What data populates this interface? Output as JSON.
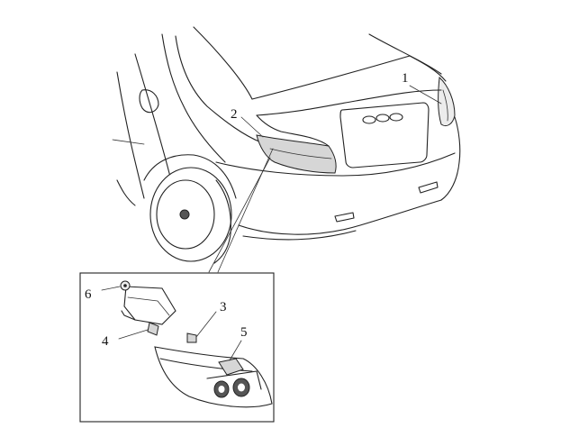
{
  "diagram": {
    "callouts": [
      {
        "id": "1",
        "text": "1"
      },
      {
        "id": "2",
        "text": "2"
      },
      {
        "id": "3",
        "text": "3"
      },
      {
        "id": "4",
        "text": "4"
      },
      {
        "id": "5",
        "text": "5"
      },
      {
        "id": "6",
        "text": "6"
      }
    ]
  },
  "colors": {
    "line": "#222222",
    "shade": "#d6d6d6",
    "background": "#ffffff"
  }
}
